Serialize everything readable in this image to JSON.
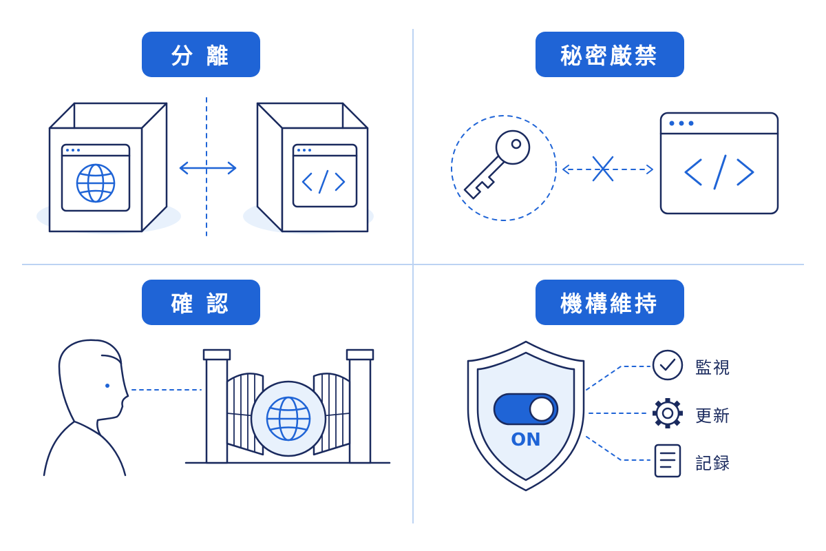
{
  "panels": {
    "separation": {
      "title": "分 離"
    },
    "secrecy": {
      "title": "秘密厳禁"
    },
    "verification": {
      "title": "確 認"
    },
    "maintenance": {
      "title": "機構維持",
      "toggle_label": "ON",
      "items": [
        {
          "label": "監視",
          "icon": "check-circle-icon"
        },
        {
          "label": "更新",
          "icon": "gear-icon"
        },
        {
          "label": "記録",
          "icon": "document-icon"
        }
      ]
    }
  },
  "colors": {
    "accent": "#1f64d6",
    "line": "#1a2a5e",
    "divider": "#bcd3f3",
    "fill_light": "#e8f1fc"
  }
}
